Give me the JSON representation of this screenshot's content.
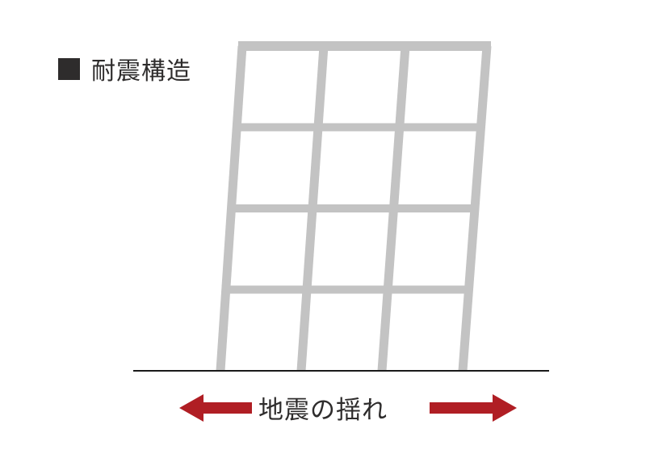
{
  "title": "耐震構造",
  "caption": "地震の揺れ",
  "colors": {
    "frame": "#c3c3c3",
    "ground": "#1a1a1a",
    "arrow": "#b01e24",
    "text": "#2e2c2c"
  },
  "frame": {
    "stories": 4,
    "bays": 3
  },
  "icons": {
    "bullet": "square-bullet-icon",
    "left_arrow": "arrow-left-icon",
    "right_arrow": "arrow-right-icon"
  }
}
